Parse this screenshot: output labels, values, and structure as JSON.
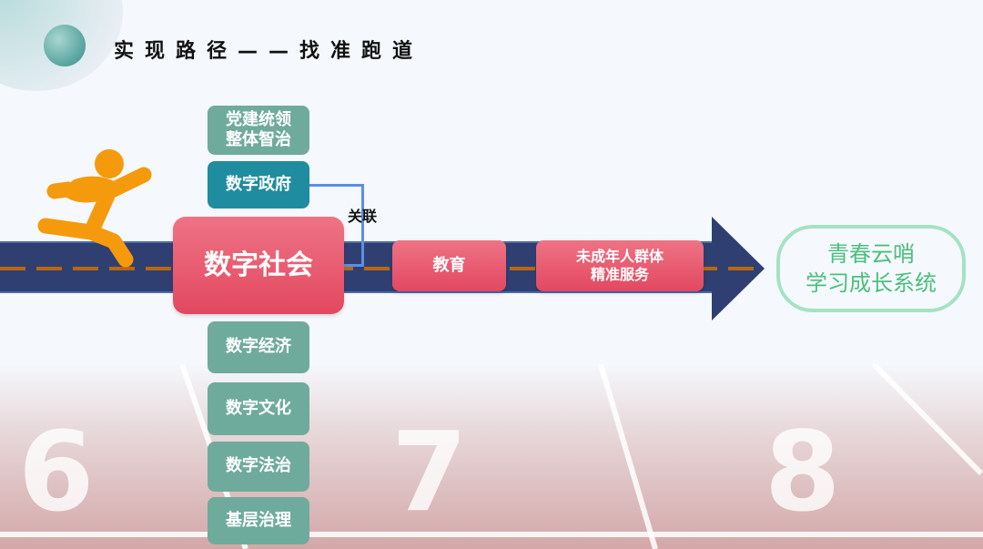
{
  "title": "实现路径——找准跑道",
  "top_boxes": [
    "党建统领",
    "整体智治"
  ],
  "gov": "数字政府",
  "center": "数字社会",
  "relation": "关联",
  "education": "教育",
  "minors": [
    "未成年人群体",
    "精准服务"
  ],
  "bottom_boxes": [
    "数字经济",
    "数字文化",
    "数字法治",
    "基层治理"
  ],
  "goal": [
    "青春云哨",
    "学习成长系统"
  ],
  "track_numbers": [
    "6",
    "7",
    "8"
  ],
  "colors": {
    "road": "#2f3f72",
    "pink": "#e24860",
    "teal": "#6fab9c",
    "dark_teal": "#1f8d9f",
    "goal_green": "#4cbf7f",
    "runner": "#f59a0c"
  }
}
